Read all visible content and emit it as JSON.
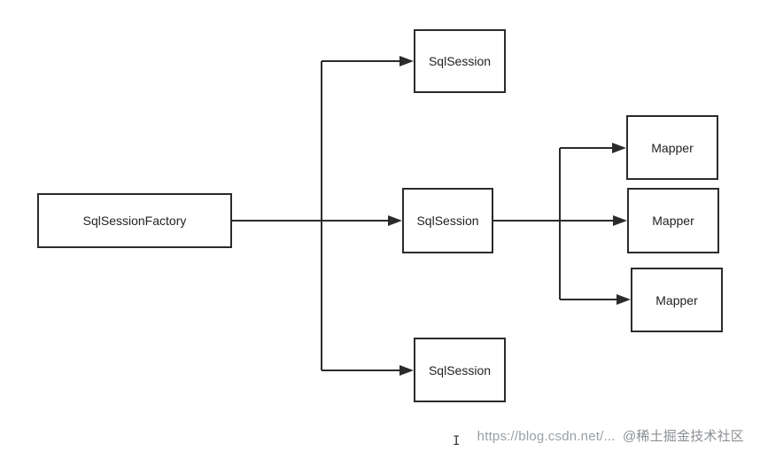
{
  "diagram": {
    "factory_label": "SqlSessionFactory",
    "sessions": [
      "SqlSession",
      "SqlSession",
      "SqlSession"
    ],
    "mappers": [
      "Mapper",
      "Mapper",
      "Mapper"
    ]
  },
  "watermark": {
    "url": "https://blog.csdn.net/...",
    "brand": "@稀土掘金技术社区"
  },
  "colors": {
    "line": "#2b2b2b",
    "watermark": "#9aa0a6"
  },
  "icons": {
    "cursor": "text-cursor-icon"
  }
}
